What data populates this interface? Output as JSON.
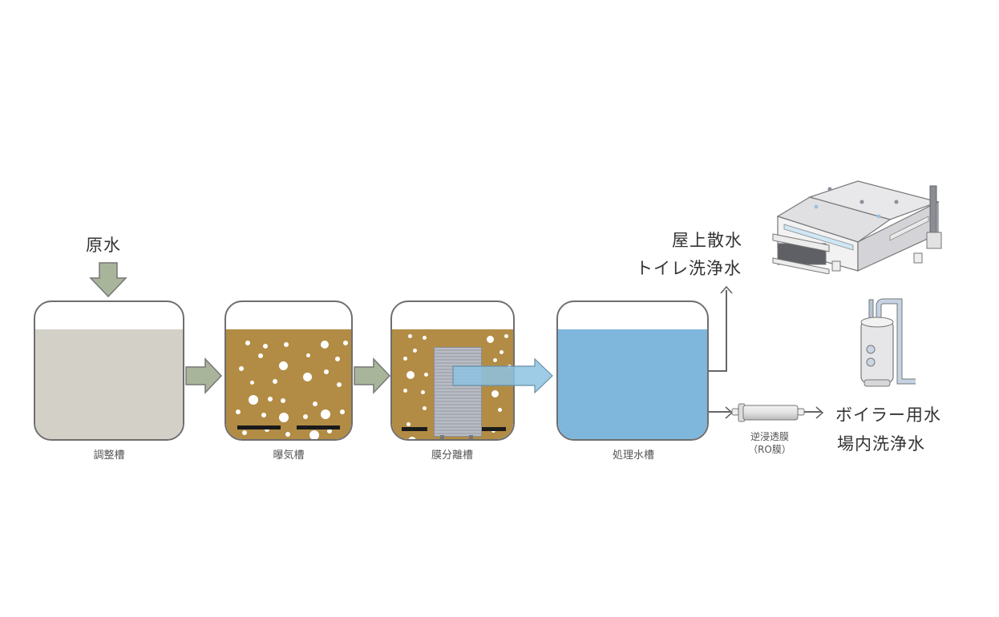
{
  "diagram": {
    "type": "water-treatment-flow",
    "input_label": "原水",
    "tanks": [
      {
        "id": "adjustment",
        "label": "調整槽",
        "fill_color": "#d3d0c7"
      },
      {
        "id": "aeration",
        "label": "曝気槽",
        "fill_color": "#b28c45"
      },
      {
        "id": "membrane",
        "label": "膜分離槽",
        "fill_color": "#b28c45"
      },
      {
        "id": "treated",
        "label": "処理水槽",
        "fill_color": "#7fb6dc"
      }
    ],
    "ro_membrane": {
      "line1": "逆浸透膜",
      "line2": "（RO膜）"
    },
    "outputs": {
      "upper": {
        "line1": "屋上散水",
        "line2": "トイレ洗浄水"
      },
      "lower": {
        "line1": "ボイラー用水",
        "line2": "場内洗浄水"
      }
    },
    "colors": {
      "arrow_green": "#a9b59b",
      "arrow_blue": "#8dc2e2",
      "outline": "#6e6e6e"
    }
  }
}
